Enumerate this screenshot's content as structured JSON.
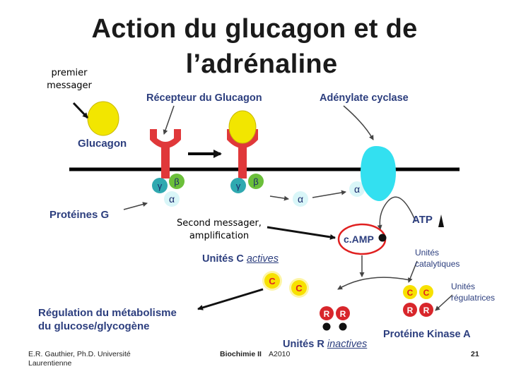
{
  "title_line1": "Action du glucagon et de",
  "title_line2": "l’adrénaline",
  "premier_messager": [
    "premier",
    "messager"
  ],
  "second_messager": [
    "Second messager,",
    "amplification"
  ],
  "labels": {
    "glucagon": "Glucagon",
    "recepteur": "Récepteur du Glucagon",
    "adenylate": "Adénylate cyclase",
    "proteines_g": "Protéines G",
    "atp": "ATP",
    "camp": "c.AMP",
    "unites_c_prefix": "Unités C ",
    "unites_c_italic": "actives",
    "unites_catalytiques": [
      "Unités",
      "catalytiques"
    ],
    "unites_regulatrices": [
      "Unités",
      "régulatrices"
    ],
    "regulation": [
      "Régulation du métabolisme",
      "du glucose/glycogène"
    ],
    "unites_r_prefix": "Unités R ",
    "unites_r_italic": "inactives",
    "pka": "Protéine Kinase A"
  },
  "subunits": {
    "gamma": "γ",
    "beta": "β",
    "alpha": "α",
    "c": "C",
    "r": "R"
  },
  "footer": {
    "author_line1": "E.R. Gauthier, Ph.D. Université",
    "author_line2": "Laurentienne",
    "course": "Biochimie II",
    "year": "A2010",
    "page": "21"
  },
  "colors": {
    "glucagon_yellow": "#f2e600",
    "receptor_red": "#e0383a",
    "gprotein_green": "#6bbf3a",
    "gprotein_teal": "#2fa9b0",
    "cyclase_cyan": "#33e0f0",
    "c_unit_yellow": "#f7e100",
    "r_unit_red": "#d8262b",
    "label_blue": "#2c3e7e"
  }
}
